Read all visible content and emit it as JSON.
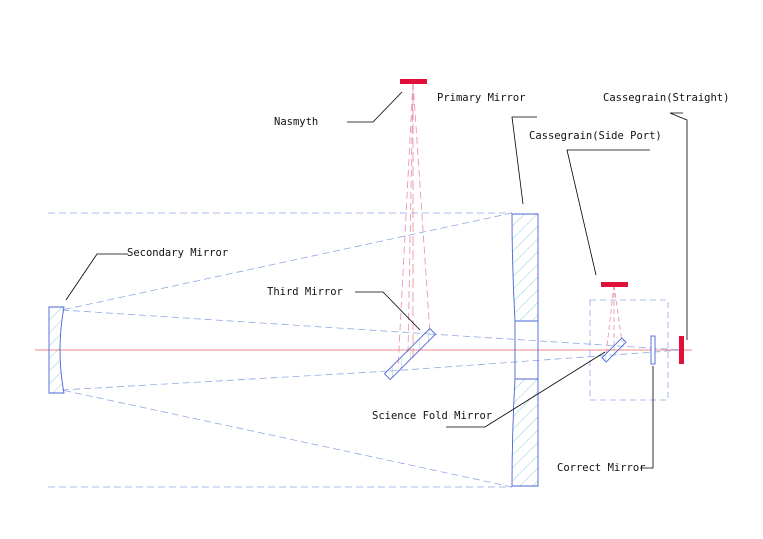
{
  "labels": {
    "nasmyth": "Nasmyth",
    "primary_mirror": "Primary Mirror",
    "cassegrain_straight": "Cassegrain(Straight)",
    "cassegrain_side_port": "Cassegrain(Side Port)",
    "secondary_mirror": "Secondary Mirror",
    "third_mirror": "Third Mirror",
    "science_fold_mirror": "Science Fold Mirror",
    "correct_mirror": "Correct Mirror"
  },
  "colors": {
    "optical_axis": "#ef8a8a",
    "rays": "#8fa8e8",
    "optic_outline": "#4a64d6",
    "hatch": "#5bbfcf",
    "focal_plane": "#e0103a",
    "leader": "#000000"
  }
}
